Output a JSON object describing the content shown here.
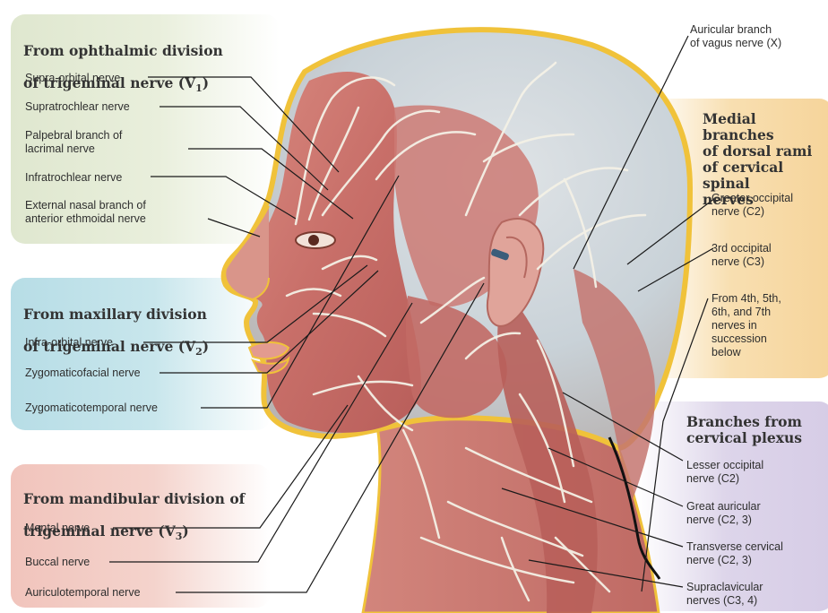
{
  "ophthalmic": {
    "title_line1": "From ophthalmic division",
    "title_line2_main": "of  trigeminal nerve (V",
    "title_line2_sub": "1",
    "title_line2_end": ")",
    "labels": {
      "supra_orbital": "Supra-orbital nerve",
      "supratrochlear": "Supratrochlear nerve",
      "palpebral": "Palpebral branch of\nlacrimal nerve",
      "infratrochlear": "Infratrochlear nerve",
      "external_nasal": "External nasal branch of\nanterior ethmoidal nerve"
    }
  },
  "maxillary": {
    "title_line1": "From maxillary division",
    "title_line2_main": "of trigeminal nerve (V",
    "title_line2_sub": "2",
    "title_line2_end": ")",
    "labels": {
      "infra_orbital": "Infra-orbital nerve",
      "zygomaticofacial": "Zygomaticofacial nerve",
      "zygomaticotemporal": "Zygomaticotemporal nerve"
    }
  },
  "mandibular": {
    "title_line1": "From mandibular division of",
    "title_line2_main": "trigeminal nerve (V",
    "title_line2_sub": "3",
    "title_line2_end": ")",
    "labels": {
      "mental": "Mental nerve",
      "buccal": "Buccal nerve",
      "auriculotemporal": "Auriculotemporal nerve"
    }
  },
  "vagus": {
    "label": "Auricular branch\nof vagus nerve (X)"
  },
  "dorsal_rami": {
    "title": "Medial branches\nof dorsal rami\nof cervical spinal\nnerves",
    "labels": {
      "greater_occipital": "Greater occipital\nnerve (C2)",
      "third_occipital": "3rd occipital\nnerve (C3)",
      "from_4th_7th": "From 4th, 5th,\n6th, and 7th\nnerves in\nsuccession\nbelow"
    }
  },
  "cervical_plexus": {
    "title": "Branches from\ncervical plexus",
    "labels": {
      "lesser_occipital": "Lesser occipital\nnerve (C2)",
      "great_auricular": "Great auricular\nnerve (C2, 3)",
      "transverse_cervical": "Transverse cervical\nnerve (C2, 3)",
      "supraclavicular": "Supraclavicular\nnerves (C3, 4)"
    }
  },
  "colors": {
    "ophthalmic_panel": "#dfe7cf",
    "maxillary_panel": "#b7dde6",
    "mandibular_panel": "#f1c4bc",
    "dorsal_rami_panel": "#f6d49a",
    "cervical_plexus_panel": "#d6cce6",
    "muscle": "#c9726c",
    "skin_outline": "#f0c23a",
    "nerve": "#f4f1e6",
    "leader_line": "#1a1a1a"
  }
}
